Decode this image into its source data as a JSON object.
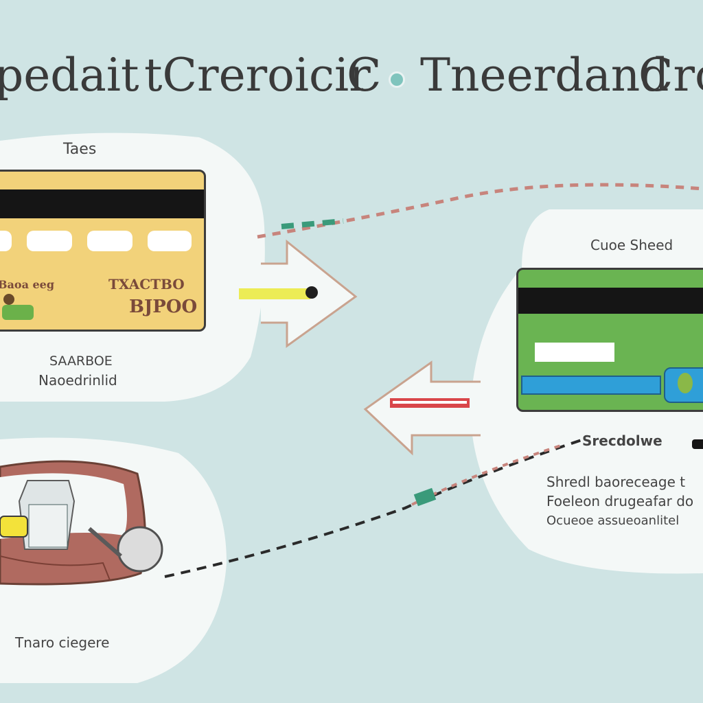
{
  "title": {
    "part1": "pedait",
    "part2": "tCreroicir",
    "part3": "C",
    "part4": "Tneerdand",
    "part5": "Cro"
  },
  "panel_top_left": {
    "heading": "Taes",
    "card": {
      "left_text": "Baoa eeg",
      "right_text_1": "TXACTBO",
      "right_text_2": "BJPOO"
    },
    "caption_1": "SAARBOE",
    "caption_2": "Naoedrinlid"
  },
  "panel_right": {
    "heading": "Cuoe Sheed",
    "subheading": "Srecdolwe",
    "lines": [
      "Shredl baoreceage t",
      "Foeleon drugeafar do",
      "Ocueoe assueoanlitel"
    ]
  },
  "panel_bottom_left": {
    "caption": "Tnaro ciegere"
  },
  "colors": {
    "background": "#cfe4e4",
    "bubble": "#f4f8f7",
    "card_yellow": "#f2d27a",
    "card_green": "#6ab452",
    "stripe": "#151515",
    "accent_yellow": "#ecec55",
    "accent_red": "#d9464a",
    "accent_blue": "#2f9fd8"
  }
}
